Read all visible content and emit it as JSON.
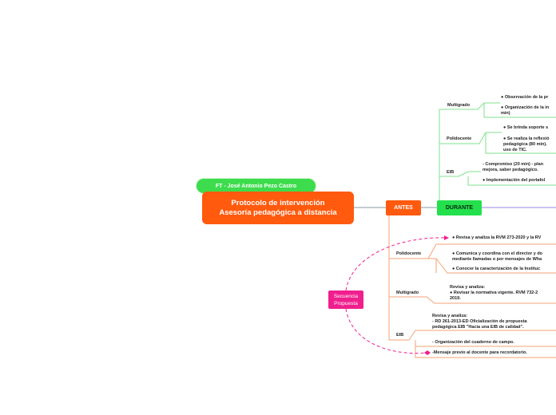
{
  "central": {
    "title": "Protocolo de intervención\nAsesoría pedagógica a distancia"
  },
  "author": {
    "label": "FT - José Antonio Pezo Castro"
  },
  "antes": {
    "label": "ANTES"
  },
  "durante": {
    "label": "DURANTE"
  },
  "secuencia": {
    "label": "Secuencia\nPropuesta"
  },
  "durante_branches": {
    "multigrado": {
      "label": "Multigrado",
      "items": [
        "● Observación de la pr",
        "● Organización de la in\nmin)"
      ]
    },
    "polidocente": {
      "label": "Polidocente",
      "items": [
        "● Se brinda soporte s",
        "● Se realiza la reflexió\npedagógica (80 min).\nuso de TIC."
      ]
    },
    "eib": {
      "label": "EIB",
      "items": [
        "- Compromiso (20 min) - plan\nmejora, saber pedagógico.",
        "● Implementación del portafol"
      ]
    }
  },
  "antes_branches": {
    "polidocente": {
      "label": "Polidocente",
      "items": [
        "● Revisa y analiza la RVM 273-2020 y la RV",
        "● Comunica y coordina con el director y do\nmediante llamadas o por mensajes de Wha",
        "● Conocer la caracterización de la Instituc"
      ]
    },
    "multigrado": {
      "label": "Multigrado",
      "items": [
        "Revisa y analiza:\n● Revisar la normativa vigente. RVM 732-2\n2019."
      ]
    },
    "eib": {
      "label": "EIB",
      "items": [
        "Revisa y analiza:\n- RD 261-2013-ED Oficialización de propuesta\npedagógica EIB \"Hacia una EIB de calidad\".",
        "- Organización del cuaderno de campo.",
        "-Mensaje previo al docente para recordatorio."
      ]
    }
  },
  "colors": {
    "orange": "#ff5a0e",
    "green": "#24e04d",
    "pink": "#f01f8e",
    "purple": "#9b86e8",
    "antes_line": "#f5a276",
    "durante_line": "#7fe28e"
  }
}
